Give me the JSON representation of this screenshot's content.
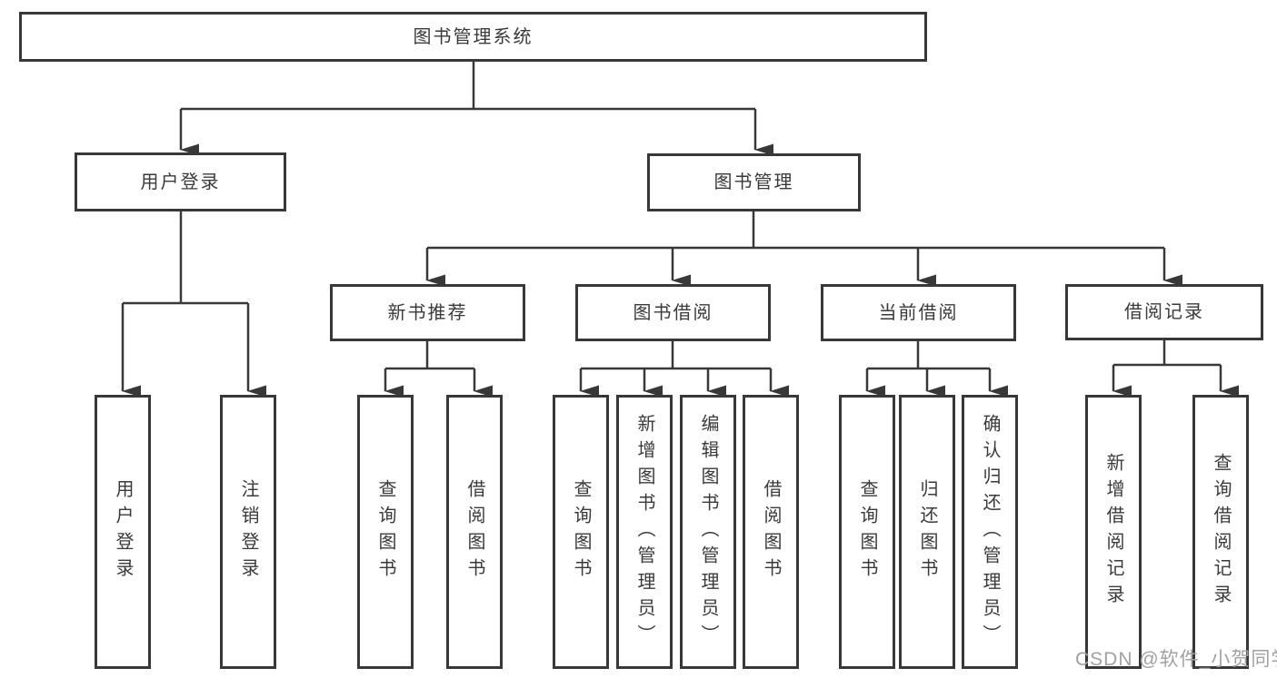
{
  "diagram": {
    "type": "tree",
    "edges": [
      {
        "parent": "root",
        "children": [
          "user_login",
          "book_management"
        ]
      },
      {
        "parent": "user_login",
        "children": [
          "leaf_user_login",
          "leaf_logout"
        ]
      },
      {
        "parent": "book_management",
        "children": [
          "new_book_recommend",
          "book_borrowing",
          "current_borrowing",
          "borrowing_records"
        ]
      },
      {
        "parent": "new_book_recommend",
        "children": [
          "leaf_recommend_query_books",
          "leaf_recommend_borrow_books"
        ]
      },
      {
        "parent": "book_borrowing",
        "children": [
          "leaf_borrowing_query_books",
          "leaf_borrowing_add_books",
          "leaf_borrowing_edit_books",
          "leaf_borrowing_borrow_books"
        ]
      },
      {
        "parent": "current_borrowing",
        "children": [
          "leaf_current_query_books",
          "leaf_current_return_books",
          "leaf_current_confirm_return"
        ]
      },
      {
        "parent": "borrowing_records",
        "children": [
          "leaf_records_add_record",
          "leaf_records_query_record"
        ]
      }
    ]
  },
  "nodes": {
    "root": {
      "label": "图书管理系统"
    },
    "user_login": {
      "label": "用户登录"
    },
    "book_management": {
      "label": "图书管理"
    },
    "new_book_recommend": {
      "label": "新书推荐"
    },
    "book_borrowing": {
      "label": "图书借阅"
    },
    "current_borrowing": {
      "label": "当前借阅"
    },
    "borrowing_records": {
      "label": "借阅记录"
    },
    "leaf_user_login": {
      "label": "用户登录"
    },
    "leaf_logout": {
      "label": "注销登录"
    },
    "leaf_recommend_query_books": {
      "label": "查询图书"
    },
    "leaf_recommend_borrow_books": {
      "label": "借阅图书"
    },
    "leaf_borrowing_query_books": {
      "label": "查询图书"
    },
    "leaf_borrowing_add_books": {
      "label": "新增图书（管理员）"
    },
    "leaf_borrowing_edit_books": {
      "label": "编辑图书（管理员）"
    },
    "leaf_borrowing_borrow_books": {
      "label": "借阅图书"
    },
    "leaf_current_query_books": {
      "label": "查询图书"
    },
    "leaf_current_return_books": {
      "label": "归还图书"
    },
    "leaf_current_confirm_return": {
      "label": "确认归还（管理员）"
    },
    "leaf_records_add_record": {
      "label": "新增借阅记录"
    },
    "leaf_records_query_record": {
      "label": "查询借阅记录"
    }
  },
  "watermark": {
    "text": "CSDN @软件_小贺同学"
  },
  "colors": {
    "line": "#383838",
    "box_border": "#383838",
    "text": "#3a3a3a",
    "background": "#ffffff",
    "watermark": "#a1a1a1"
  }
}
